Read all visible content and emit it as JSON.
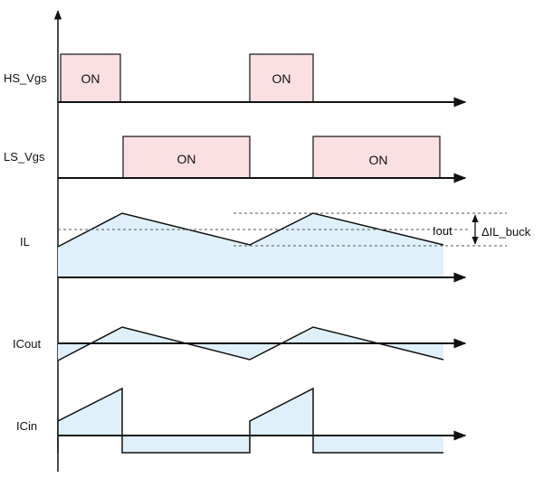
{
  "signals": {
    "hs_vgs": {
      "label": "HS_Vgs",
      "on_labels": [
        "ON",
        "ON"
      ]
    },
    "ls_vgs": {
      "label": "LS_Vgs",
      "on_labels": [
        "ON",
        "ON"
      ]
    },
    "il": {
      "label": "IL",
      "average_label": "Iout",
      "ripple_label": "ΔIL_buck"
    },
    "icout": {
      "label": "ICout"
    },
    "icin": {
      "label": "ICin"
    }
  },
  "colors": {
    "on_fill": "#fbe0e3",
    "on_stroke": "#222222",
    "current_fill": "#dff0fa",
    "line": "#111111",
    "dashed": "#555555"
  }
}
